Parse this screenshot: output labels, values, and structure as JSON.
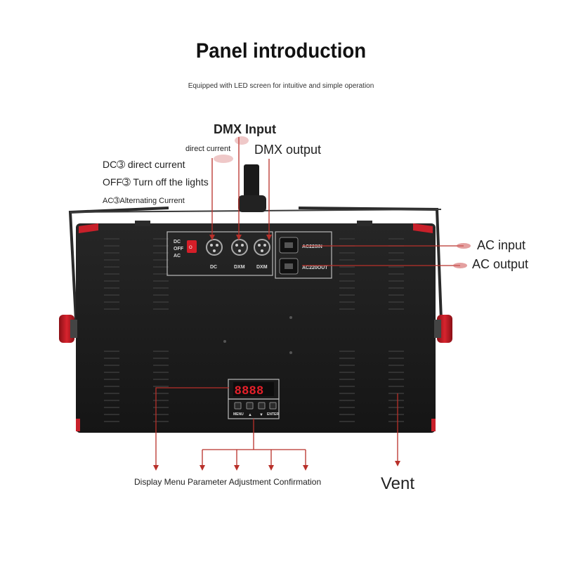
{
  "header": {
    "title": "Panel introduction",
    "subtitle": "Equipped with LED screen for intuitive and simple operation"
  },
  "callouts": {
    "dmx_input": "DMX Input",
    "direct_current_small": "direct current",
    "dmx_output": "DMX output",
    "dc_direct_current": "DC➂ direct current",
    "off_turn_off": "OFF➂ Turn off the lights",
    "ac_alternating": "AC➂Alternating Current",
    "ac_input": "AC input",
    "ac_output": "AC output",
    "bottom_functions": "Display Menu Parameter Adjustment Confirmation",
    "vent": "Vent"
  },
  "panel": {
    "switch_labels": [
      "DC",
      "OFF",
      "AC"
    ],
    "connector_labels": [
      "DC",
      "DXM",
      "DXM"
    ],
    "ac_in_label": "AC220IN",
    "ac_out_label": "AC220OUT",
    "display_value": "8888",
    "button_labels": [
      "MENU",
      "▲",
      "▼",
      "ENTER"
    ]
  },
  "colors": {
    "body": "#1c1c1c",
    "accent_red": "#c8202a",
    "leader_line": "#b8302a",
    "display_red": "#e8202a"
  }
}
